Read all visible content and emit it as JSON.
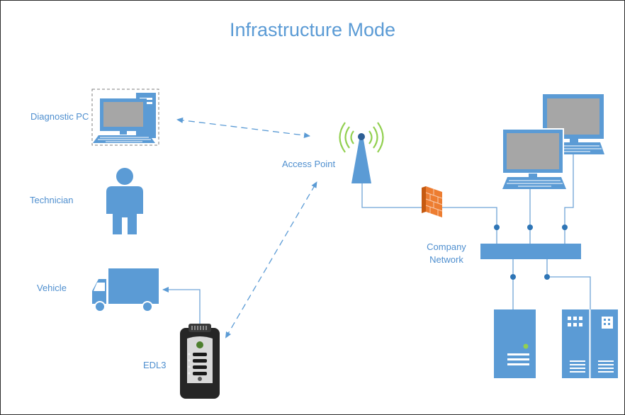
{
  "diagram": {
    "title": "Infrastructure Mode",
    "labels": {
      "diagnostic_pc": "Diagnostic PC",
      "technician": "Technician",
      "vehicle": "Vehicle",
      "edl3": "EDL3",
      "access_point": "Access Point",
      "company_network_line1": "Company",
      "company_network_line2": "Network"
    },
    "icons": [
      "desktop-pc-icon",
      "person-icon",
      "truck-icon",
      "edl3-adapter-icon",
      "wireless-tower-icon",
      "firewall-icon",
      "monitor-icon",
      "network-switch-icon",
      "server-tower-icon",
      "server-rack-icon"
    ]
  },
  "colors": {
    "accent": "#5b9bd5",
    "line": "#6fa3d6",
    "wifi": "#92d050",
    "firewall": "#ed7d31",
    "screen": "#a6a6a6",
    "device_dark": "#262626"
  }
}
